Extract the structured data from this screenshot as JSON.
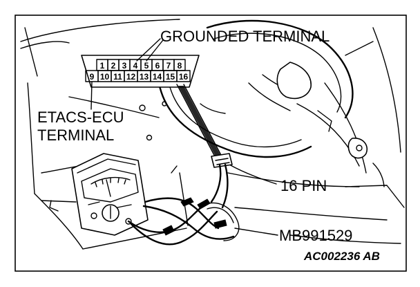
{
  "labels": {
    "grounded_terminal": "GROUNDED TERMINAL",
    "etacs_line1": "ETACS-ECU",
    "etacs_line2": "TERMINAL",
    "sixteen_pin": "16 PIN",
    "tool_part_number": "MB991529",
    "figure_code": "AC002236 AB"
  },
  "connector": {
    "top_row": [
      "1",
      "2",
      "3",
      "4",
      "5",
      "6",
      "7",
      "8"
    ],
    "bottom_row": [
      "9",
      "10",
      "11",
      "12",
      "13",
      "14",
      "15",
      "16"
    ]
  }
}
